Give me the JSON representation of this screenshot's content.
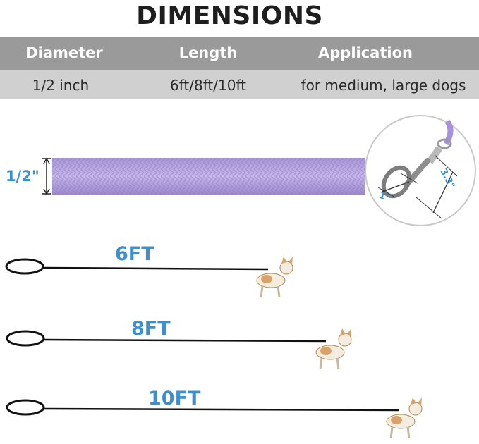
{
  "title": "DIMENSIONS",
  "table": {
    "headers": [
      "Diameter",
      "Length",
      "Application"
    ],
    "values": [
      "1/2 inch",
      "6ft/8ft/10ft",
      "for medium, large dogs"
    ]
  },
  "rope": {
    "diameter_label": "1/2\"",
    "color": "#b8a2df"
  },
  "clip": {
    "width_label": "1\"",
    "height_label": "3.3\""
  },
  "leashes": [
    "6FT",
    "8FT",
    "10FT"
  ],
  "colors": {
    "header": "#9a9a9a",
    "row": "#d0d0d0",
    "accent": "#3d8fd1"
  }
}
